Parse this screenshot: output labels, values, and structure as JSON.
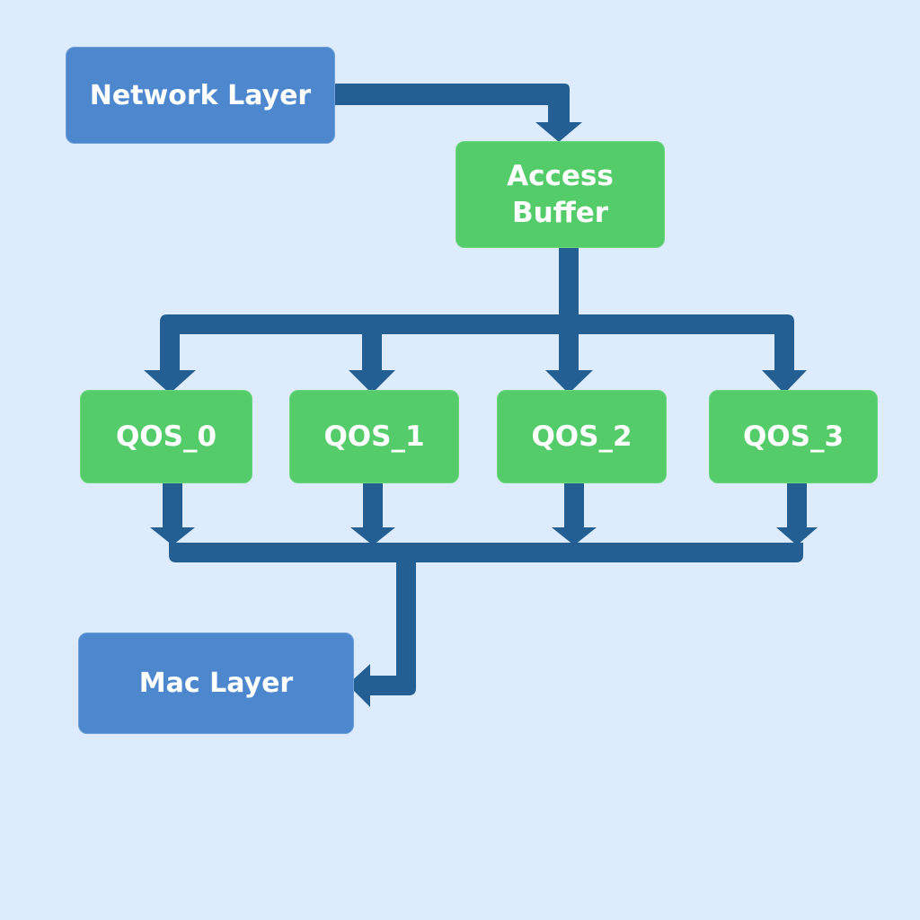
{
  "diagram": {
    "title": "",
    "colors": {
      "background": "#dcecfc",
      "layer": "#4d88cf",
      "queue": "#53cc69",
      "connector": "#245f94",
      "text": "#ffffff"
    },
    "nodes": {
      "network_layer": "Network Layer",
      "access_buffer_line1": "Access",
      "access_buffer_line2": "Buffer",
      "qos": [
        "QOS_0",
        "QOS_1",
        "QOS_2",
        "QOS_3"
      ],
      "mac_layer": "Mac Layer"
    },
    "edges": [
      {
        "from": "Network Layer",
        "to": "Access Buffer"
      },
      {
        "from": "Access Buffer",
        "to": "QOS_0"
      },
      {
        "from": "Access Buffer",
        "to": "QOS_1"
      },
      {
        "from": "Access Buffer",
        "to": "QOS_2"
      },
      {
        "from": "Access Buffer",
        "to": "QOS_3"
      },
      {
        "from": "QOS_0",
        "to": "Mac Layer"
      },
      {
        "from": "QOS_1",
        "to": "Mac Layer"
      },
      {
        "from": "QOS_2",
        "to": "Mac Layer"
      },
      {
        "from": "QOS_3",
        "to": "Mac Layer"
      }
    ]
  }
}
